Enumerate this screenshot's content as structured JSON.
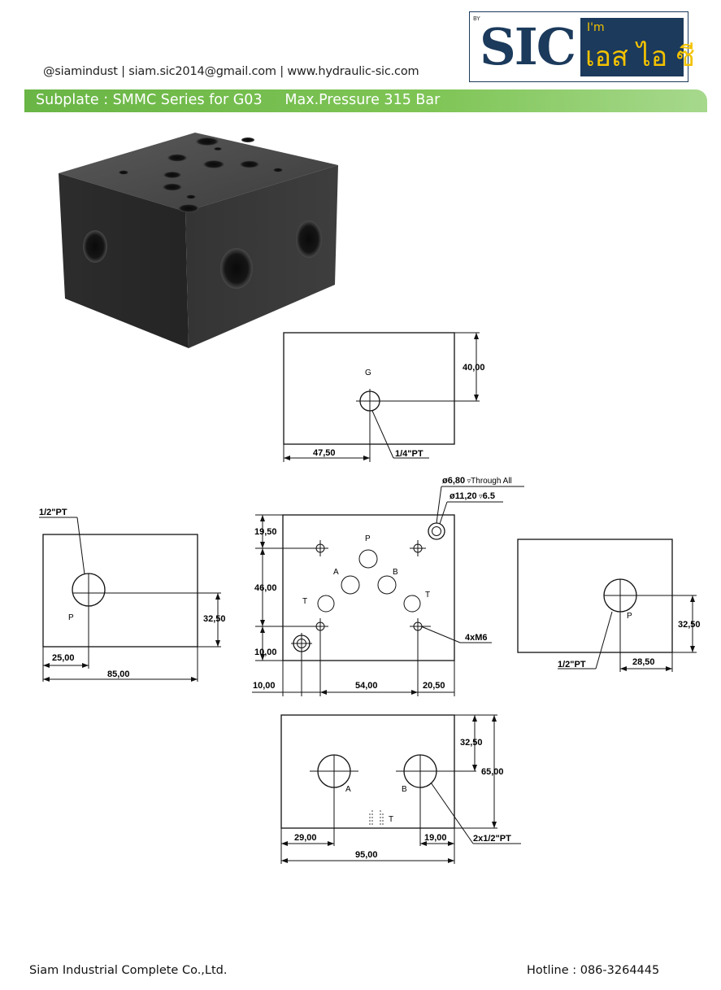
{
  "header": {
    "contact": "@siamindust | siam.sic2014@gmail.com | www.hydraulic-sic.com",
    "logo": {
      "by": "BY",
      "brand": "SIC",
      "im": "I'm",
      "thai": "เอส ไอ ซี"
    },
    "banner_left": "Subplate : SMMC Series for G03",
    "banner_right": "Max.Pressure 315 Bar"
  },
  "drawings": {
    "top": {
      "g_label": "G",
      "dim_height": "40,00",
      "dim_width": "47,50",
      "thread": "1/4\"PT"
    },
    "left": {
      "thread": "1/2\"PT",
      "p_label": "P",
      "dim_height": "32,50",
      "dim_offset": "25,00",
      "dim_width": "85,00"
    },
    "center": {
      "callout_through": "ø6,80",
      "callout_through_suffix": "Through All",
      "callout_cbore": "ø11,20",
      "callout_cbore_depth": "6.5",
      "dim_top": "19,50",
      "dim_mid": "46,00",
      "dim_bottom": "10,00",
      "dim_left": "10,00",
      "dim_span": "54,00",
      "dim_right": "20,50",
      "screws": "4xM6",
      "ports": {
        "p": "P",
        "a": "A",
        "b": "B",
        "t1": "T",
        "t2": "T"
      }
    },
    "right": {
      "thread": "1/2\"PT",
      "p_label": "P",
      "dim_height": "32,50",
      "dim_offset": "28,50"
    },
    "bottom": {
      "a_label": "A",
      "b_label": "B",
      "t_label": "T",
      "dim_upper": "32,50",
      "dim_height": "65,00",
      "dim_left": "29,00",
      "dim_right": "19,00",
      "dim_width": "95,00",
      "thread": "2x1/2\"PT"
    }
  },
  "footer": {
    "company": "Siam Industrial Complete Co.,Ltd.",
    "hotline": "Hotline : 086-3264445"
  }
}
